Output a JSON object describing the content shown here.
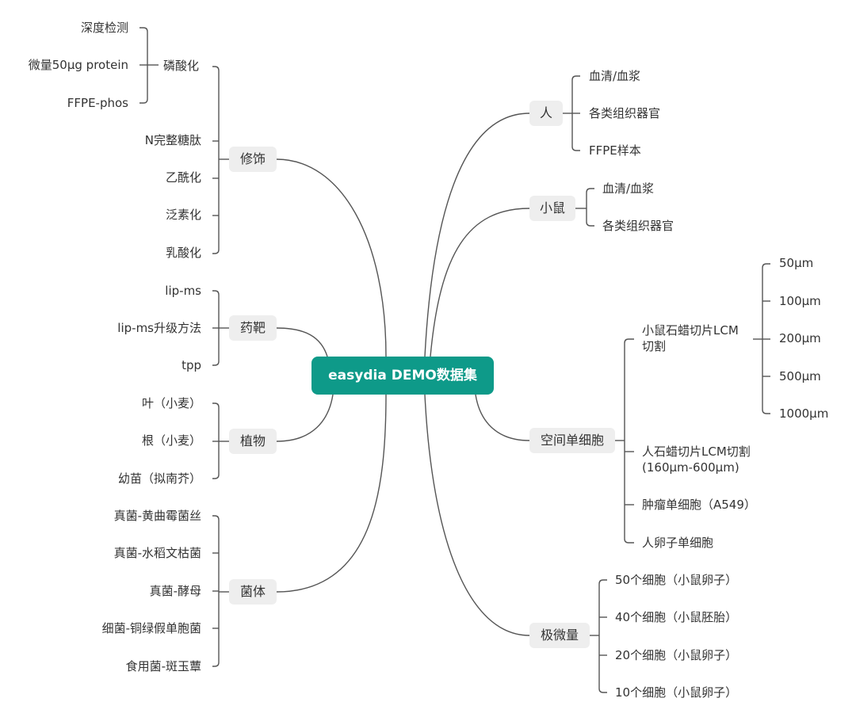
{
  "root": {
    "label": "easydia DEMO数据集",
    "color": "#0e9a89"
  },
  "left": {
    "modification": {
      "label": "修饰",
      "phosphorylation": {
        "label": "磷酸化",
        "children": [
          "深度检测",
          "微量50μg protein",
          "FFPE-phos"
        ]
      },
      "children": [
        "N完整糖肽",
        "乙酰化",
        "泛素化",
        "乳酸化"
      ]
    },
    "target": {
      "label": "药靶",
      "children": [
        "lip-ms",
        "lip-ms升级方法",
        "tpp"
      ]
    },
    "plant": {
      "label": "植物",
      "children": [
        "叶（小麦）",
        "根（小麦）",
        "幼苗（拟南芥）"
      ]
    },
    "microbe": {
      "label": "菌体",
      "children": [
        "真菌-黄曲霉菌丝",
        "真菌-水稻文枯菌",
        "真菌-酵母",
        "细菌-铜绿假单胞菌",
        "食用菌-斑玉蕈"
      ]
    }
  },
  "right": {
    "human": {
      "label": "人",
      "children": [
        "血清/血浆",
        "各类组织器官",
        "FFPE样本"
      ]
    },
    "mouse": {
      "label": "小鼠",
      "children": [
        "血清/血浆",
        "各类组织器官"
      ]
    },
    "spatial": {
      "label": "空间单细胞",
      "mouse_lcm": {
        "label_line1": "小鼠石蜡切片LCM",
        "label_line2": "切割",
        "children": [
          "50μm",
          "100μm",
          "200μm",
          "500μm",
          "1000μm"
        ]
      },
      "human_lcm": {
        "label_line1": "人石蜡切片LCM切割",
        "label_line2": "(160μm-600μm)"
      },
      "tumor": "肿瘤单细胞（A549）",
      "oocyte": "人卵子单细胞"
    },
    "trace": {
      "label": "极微量",
      "children": [
        "50个细胞（小鼠卵子）",
        "40个细胞（小鼠胚胎）",
        "20个细胞（小鼠卵子）",
        "10个细胞（小鼠卵子）"
      ]
    }
  },
  "style": {
    "edge_color": "#555555",
    "pill_color": "#eeeeee"
  }
}
